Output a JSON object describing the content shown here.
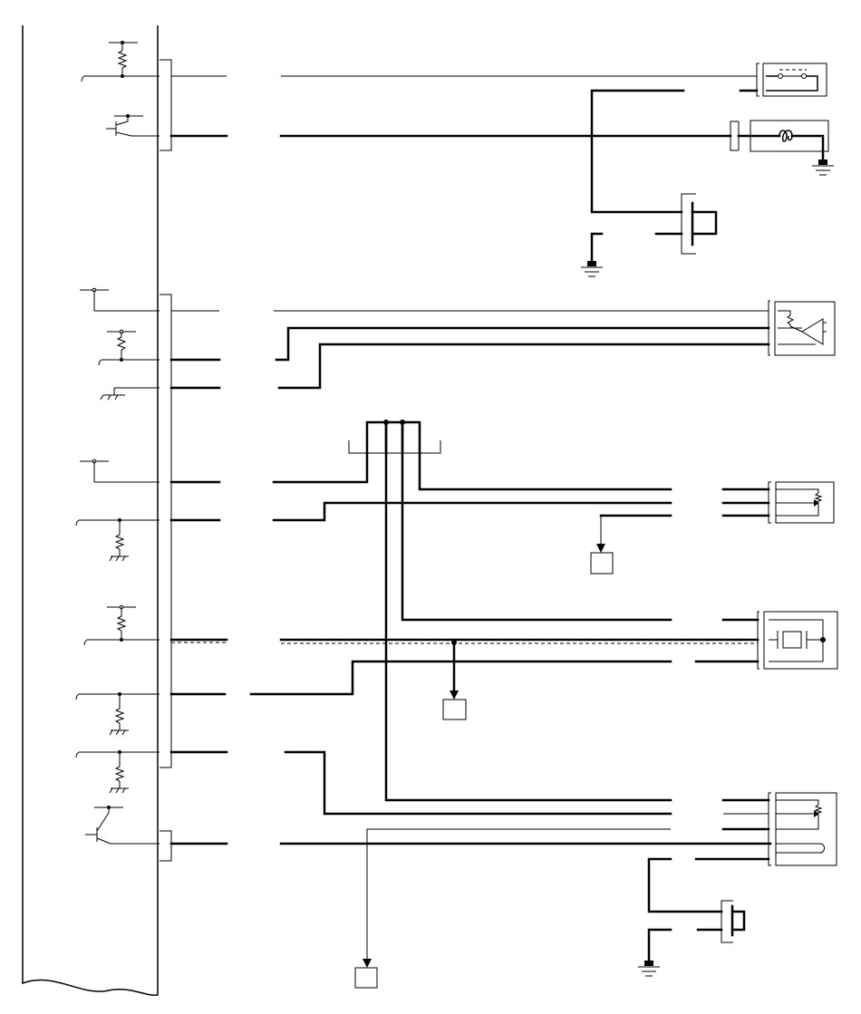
{
  "diagram": {
    "type": "wiring-schematic",
    "labels": [],
    "colors": {
      "line": "#000000",
      "background": "#ffffff"
    },
    "components": {
      "control_unit": "ecu-body",
      "terminal_blocks": [
        "ecu-connector-1",
        "ecu-connector-2",
        "ecu-connector-3"
      ],
      "external_devices": [
        "relay-switch",
        "solenoid-coil",
        "switch-connector",
        "pressure-sensor",
        "throttle-sensor",
        "knock-sensor",
        "sensor-with-heater",
        "switch-2",
        "splice-connector"
      ],
      "ground_points": 4,
      "module_boxes": 3
    }
  }
}
